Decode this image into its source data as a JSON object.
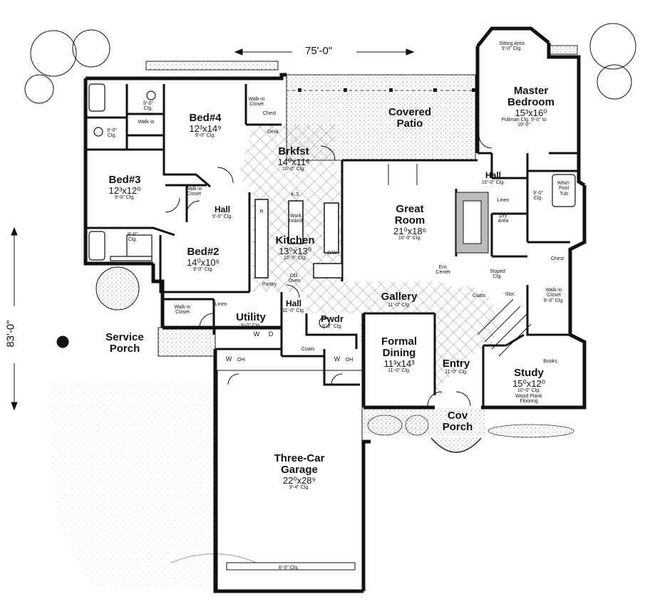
{
  "dimensions": {
    "width": "75'-0\"",
    "depth": "83'-0\""
  },
  "rooms": {
    "master_bedroom": {
      "name": "Master Bedroom",
      "size": "15³x16⁰",
      "ceiling": "Pullman Clg. 9'-0\" to 10'-0\""
    },
    "sitting_area": {
      "name": "Sitting Area",
      "ceiling": "9'-0\" Clg."
    },
    "covered_patio": {
      "name": "Covered Patio"
    },
    "bed4": {
      "name": "Bed#4",
      "size": "12³x14⁹",
      "ceiling": "9'-0\" Clg."
    },
    "bed3": {
      "name": "Bed#3",
      "size": "12³x12⁰",
      "ceiling": "9'-0\" Clg."
    },
    "bed2": {
      "name": "Bed#2",
      "size": "14⁰x10⁶",
      "ceiling": "9'-0\" Clg."
    },
    "brkfst": {
      "name": "Brkfst",
      "size": "14⁰x11⁶",
      "ceiling": "10'-0\" Clg."
    },
    "kitchen": {
      "name": "Kitchen",
      "size": "13⁰x13⁰",
      "ceiling": "10'-0\" Clg."
    },
    "great_room": {
      "name": "Great Room",
      "size": "21⁰x18⁶",
      "ceiling": "10'-0\" Clg."
    },
    "gallery": {
      "name": "Gallery",
      "ceiling": "11'-0\" Clg."
    },
    "utility": {
      "name": "Utility",
      "ceiling": "9'-0\" Clg."
    },
    "hall_bed": {
      "name": "Hall",
      "ceiling": "9'-0\" Clg."
    },
    "hall_kitchen": {
      "name": "Hall",
      "ceiling": "11'-0\" Clg."
    },
    "hall_master": {
      "name": "Hall",
      "ceiling": "10'-0\" Clg."
    },
    "pwdr": {
      "name": "Pwdr",
      "ceiling": "9'-0\" Clg."
    },
    "formal_dining": {
      "name": "Formal Dining",
      "size": "11³x14³",
      "ceiling": "11'-0\" Clg."
    },
    "entry": {
      "name": "Entry",
      "ceiling": "11'-0\" Clg."
    },
    "study": {
      "name": "Study",
      "size": "15⁰x12⁰",
      "ceiling": "10'-0\" Clg.",
      "note": "Wood Plank Flooring"
    },
    "cov_porch": {
      "name": "Cov Porch"
    },
    "service_porch": {
      "name": "Service Porch"
    },
    "garage": {
      "name": "Three-Car Garage",
      "size": "22⁰x28⁹",
      "ceiling": "9'-4\" Clg.",
      "door_ceiling": "8'-0\" Clg."
    },
    "walkin_master": {
      "name": "Walk-in Closet",
      "ceiling": "9'-0\" Clg."
    }
  },
  "small_labels": {
    "walk_in_closet": "Walk-in Closet",
    "walk_in": "Walk-in",
    "chest": "Chest",
    "desk": "Desk",
    "linen": "Linen",
    "coats": "Coats",
    "stor": "Stor.",
    "pantry": "Pantry",
    "dbl_oven": "Dbl. Oven",
    "dw": "D/W",
    "ks": "K.S.",
    "work_island": "Work Island",
    "ref": "R",
    "books": "Books",
    "dry_area": "Dry Area",
    "sloped_clg": "Sloped Clg.",
    "ent_center": "Ent. Center",
    "whirlpool": "Whirl-Pool Tub",
    "w": "W",
    "d": "D",
    "oh": "OH",
    "clg9": "9'-0\" Clg.",
    "clg10": "10'-0\" Clg."
  }
}
